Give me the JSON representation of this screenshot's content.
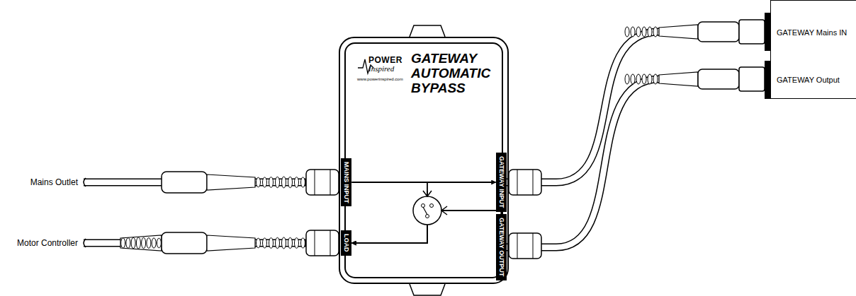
{
  "diagram": {
    "nodes": [
      {
        "text": [
          "GATEWAY AUTOMATIC BYPASS",
          "POWER",
          "Inspired",
          "www.powerinspired.com"
        ]
      },
      {
        "text": [
          "MAINS INPUT"
        ],
        "in": 0
      },
      {
        "text": [
          "GATEWAY INPUT"
        ],
        "in": 0
      },
      {
        "text": [
          "LOAD"
        ],
        "in": 0
      },
      {
        "text": [
          "GATEWAY OUTPUT"
        ],
        "in": 0
      },
      {
        "text": [
          "GATEWAY Mains IN",
          "GATEWAY Output"
        ]
      }
    ],
    "edges": [
      {
        "from": 1,
        "to": 2,
        "arrow": "to"
      },
      {
        "from": 1,
        "to": 3,
        "arrow": "to"
      },
      {
        "from": 4,
        "to": 3,
        "arrow": "to"
      },
      {
        "from": 2,
        "to": 5,
        "arrow": "none"
      },
      {
        "from": 4,
        "to": 5,
        "arrow": "none"
      }
    ],
    "labels": [
      "Mains Outlet",
      "Motor Controller"
    ]
  }
}
